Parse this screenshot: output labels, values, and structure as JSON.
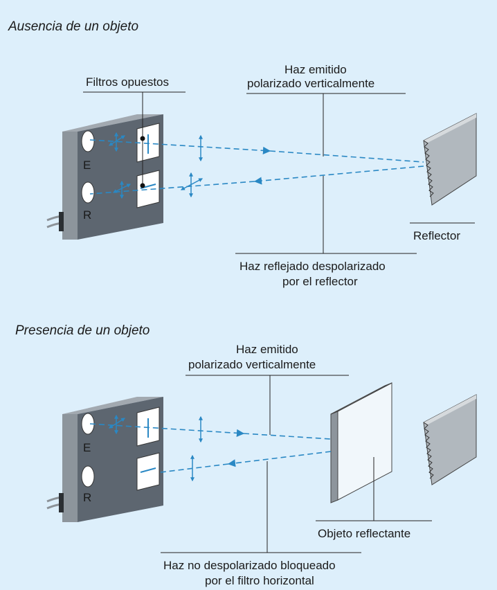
{
  "colors": {
    "background": "#ddeffb",
    "beam": "#2a88c4",
    "sensor_front": "#5d6670",
    "sensor_top": "#9aa1a8",
    "sensor_side": "#6b737b",
    "reflector_face": "#aab1b7",
    "object_face": "#f1f7fb"
  },
  "top_panel": {
    "title": "Ausencia de un objeto",
    "label_filters": "Filtros opuestos",
    "label_emitted_1": "Haz emitido",
    "label_emitted_2": "polarizado verticalmente",
    "label_reflector": "Reflector",
    "label_reflected_1": "Haz reflejado despolarizado",
    "label_reflected_2": "por el reflector",
    "sensor_letter_e": "E",
    "sensor_letter_r": "R"
  },
  "bottom_panel": {
    "title": "Presencia de un objeto",
    "label_emitted_1": "Haz emitido",
    "label_emitted_2": "polarizado verticalmente",
    "label_object": "Objeto reflectante",
    "label_blocked_1": "Haz no despolarizado bloqueado",
    "label_blocked_2": "por el filtro horizontal",
    "sensor_letter_e": "E",
    "sensor_letter_r": "R"
  }
}
